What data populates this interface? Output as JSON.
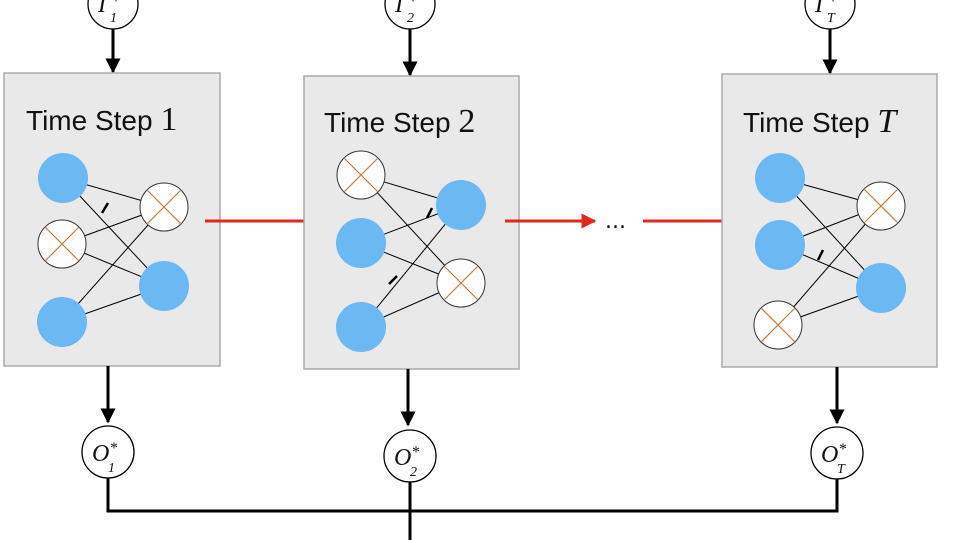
{
  "steps": [
    {
      "title_text": "Time Step ",
      "title_var": "1",
      "input": {
        "symbol": "I",
        "sub": "1",
        "sup": "*"
      },
      "output": {
        "symbol": "O",
        "sub": "1",
        "sup": "*"
      }
    },
    {
      "title_text": "Time Step ",
      "title_var": "2",
      "input": {
        "symbol": "I",
        "sub": "2",
        "sup": "*"
      },
      "output": {
        "symbol": "O",
        "sub": "2",
        "sup": "*"
      }
    },
    {
      "title_text": "Time Step ",
      "title_var": "T",
      "input": {
        "symbol": "I",
        "sub": "T",
        "sup": "*"
      },
      "output": {
        "symbol": "O",
        "sub": "T",
        "sup": "*"
      }
    }
  ],
  "ellipsis": "...",
  "colors": {
    "active_neuron": "#6cb8f2",
    "transition_arrow": "#e0281e",
    "box_fill": "#e9e9e9"
  }
}
